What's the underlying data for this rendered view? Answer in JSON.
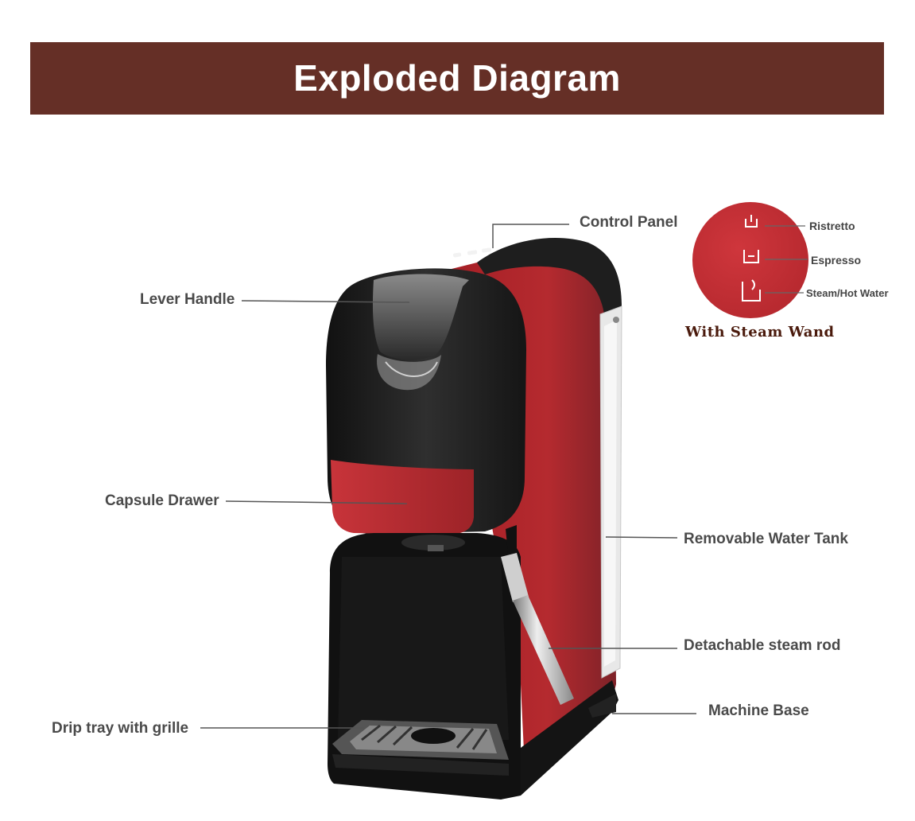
{
  "header": {
    "title": "Exploded Diagram"
  },
  "callouts": [
    {
      "id": "control-panel",
      "label": "Control Panel"
    },
    {
      "id": "lever-handle",
      "label": "Lever Handle"
    },
    {
      "id": "capsule-drawer",
      "label": "Capsule Drawer"
    },
    {
      "id": "removable-water-tank",
      "label": "Removable Water Tank"
    },
    {
      "id": "detachable-steam-rod",
      "label": "Detachable steam rod"
    },
    {
      "id": "machine-base",
      "label": "Machine Base"
    },
    {
      "id": "drip-tray",
      "label": "Drip tray with grille"
    }
  ],
  "panel_inset": {
    "buttons": [
      "Ristretto",
      "Espresso",
      "Steam/Hot Water"
    ],
    "caption": "With Steam Wand"
  },
  "colors": {
    "banner": "#652f26",
    "machine_red": "#b0282d",
    "machine_black": "#1e1e1e"
  }
}
